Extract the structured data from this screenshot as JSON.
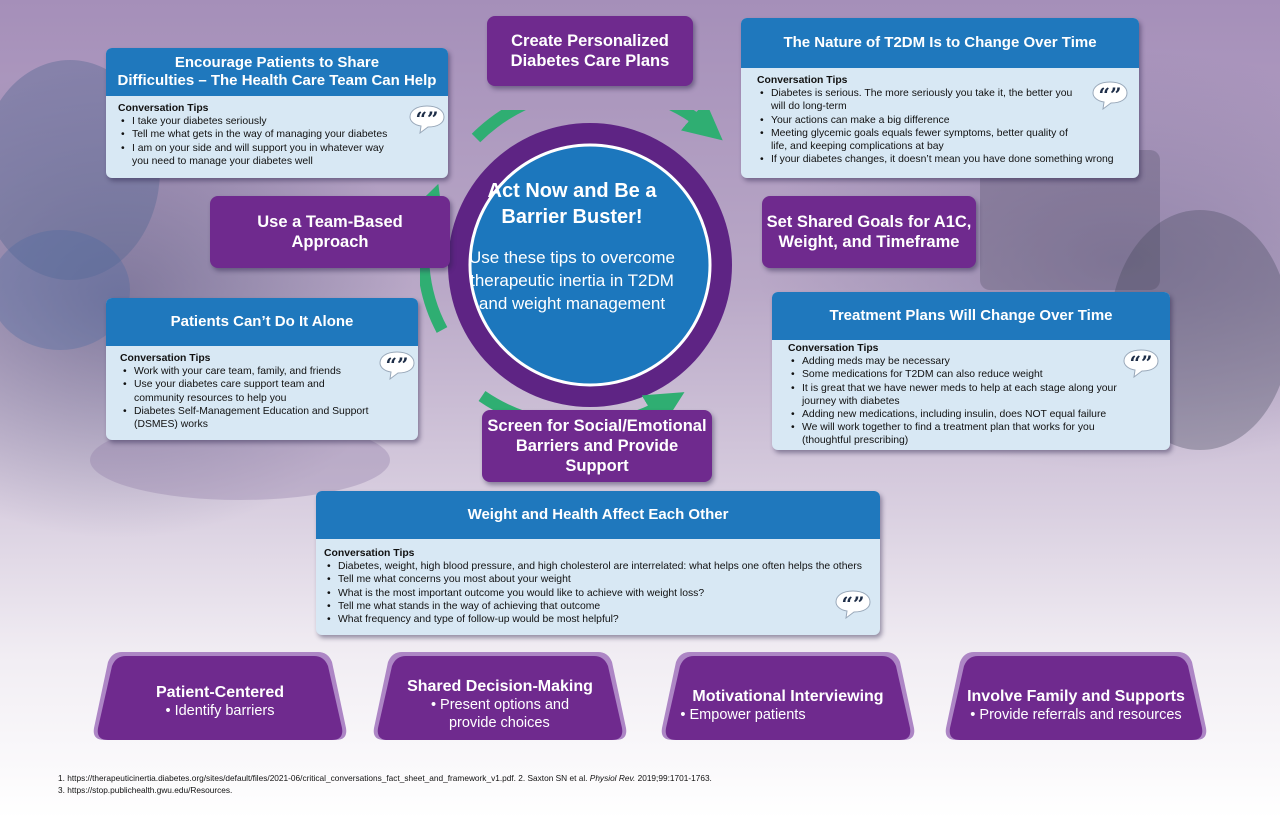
{
  "center": {
    "title_line1": "Act Now and Be a",
    "title_line2": "Barrier Buster!",
    "subtitle_line1": "Use these tips to overcome",
    "subtitle_line2": "therapeutic inertia in T2DM",
    "subtitle_line3": "and weight management"
  },
  "banners": {
    "care_plans_line1": "Create Personalized",
    "care_plans_line2": "Diabetes Care Plans",
    "team_line1": "Use a Team-Based",
    "team_line2": "Approach",
    "goals_line1": "Set Shared Goals for A1C,",
    "goals_line2": "Weight, and Timeframe",
    "screen_line1": "Screen for Social/Emotional",
    "screen_line2": "Barriers and Provide Support"
  },
  "boxes": {
    "encourage": {
      "title_line1": "Encourage Patients to Share",
      "title_line2": "Difficulties – The Health Care Team Can Help",
      "tips_label": "Conversation Tips",
      "items": [
        "I take your diabetes seriously",
        "Tell me what gets in the way of managing your diabetes",
        "I am on your side and will support you in whatever way you need to manage your diabetes well"
      ]
    },
    "nature": {
      "title": "The Nature of T2DM Is to Change Over Time",
      "tips_label": "Conversation Tips",
      "items": [
        "Diabetes is serious. The more seriously you take it, the better you will do long-term",
        "Your actions can make a big difference",
        "Meeting glycemic goals equals fewer symptoms, better quality of life, and keeping complications at bay",
        "If your diabetes changes, it doesn’t mean you have done something wrong"
      ]
    },
    "alone": {
      "title": "Patients Can’t Do It Alone",
      "tips_label": "Conversation Tips",
      "items": [
        "Work with your care team, family, and friends",
        "Use your diabetes care support team and community resources to help you",
        "Diabetes Self-Management Education and Support (DSMES) works"
      ]
    },
    "treatment": {
      "title": "Treatment Plans Will Change Over Time",
      "tips_label": "Conversation Tips",
      "items": [
        "Adding meds may be necessary",
        "Some medications for T2DM can also reduce weight",
        "It is great that we have newer meds to help at each stage along your journey with diabetes",
        "Adding new medications, including insulin, does NOT equal failure",
        "We will work together to find a treatment plan that works for you (thoughtful prescribing)"
      ]
    },
    "weight": {
      "title": "Weight and Health Affect Each Other",
      "tips_label": "Conversation Tips",
      "items": [
        "Diabetes, weight, high blood pressure, and high cholesterol are interrelated: what helps one often helps the others",
        "Tell me what concerns you most about your weight",
        "What is the most important outcome you would like to achieve with weight loss?",
        "Tell me what stands in the way of achieving that outcome",
        "What frequency and type of follow-up would be most helpful?"
      ]
    }
  },
  "quote_mark": "“”",
  "pillars": [
    {
      "title": "Patient-Centered",
      "sub_line1": "•  Identify barriers",
      "sub_line2": ""
    },
    {
      "title": "Shared Decision-Making",
      "sub_line1": "•  Present options and",
      "sub_line2": "provide choices"
    },
    {
      "title": "Motivational Interviewing",
      "sub_line1": "•  Empower patients",
      "sub_line2": ""
    },
    {
      "title": "Involve Family and Supports",
      "sub_line1": "•  Provide referrals and resources",
      "sub_line2": ""
    }
  ],
  "references": {
    "line1_a": "1. https://therapeuticinertia.diabetes.org/sites/default/files/2021-06/critical_conversations_fact_sheet_and_framework_v1.pdf. 2. Saxton SN et al. ",
    "line1_journal": "Physiol Rev.",
    "line1_b": " 2019;99:1701-1763.",
    "line2": "3. https://stop.publichealth.gwu.edu/Resources."
  },
  "colors": {
    "box_header": "#1f78bd",
    "box_body": "#d8e8f4",
    "purple": "#6f2a8e",
    "ring_green": "#2fae72",
    "center_blue": "#1c77bd"
  }
}
